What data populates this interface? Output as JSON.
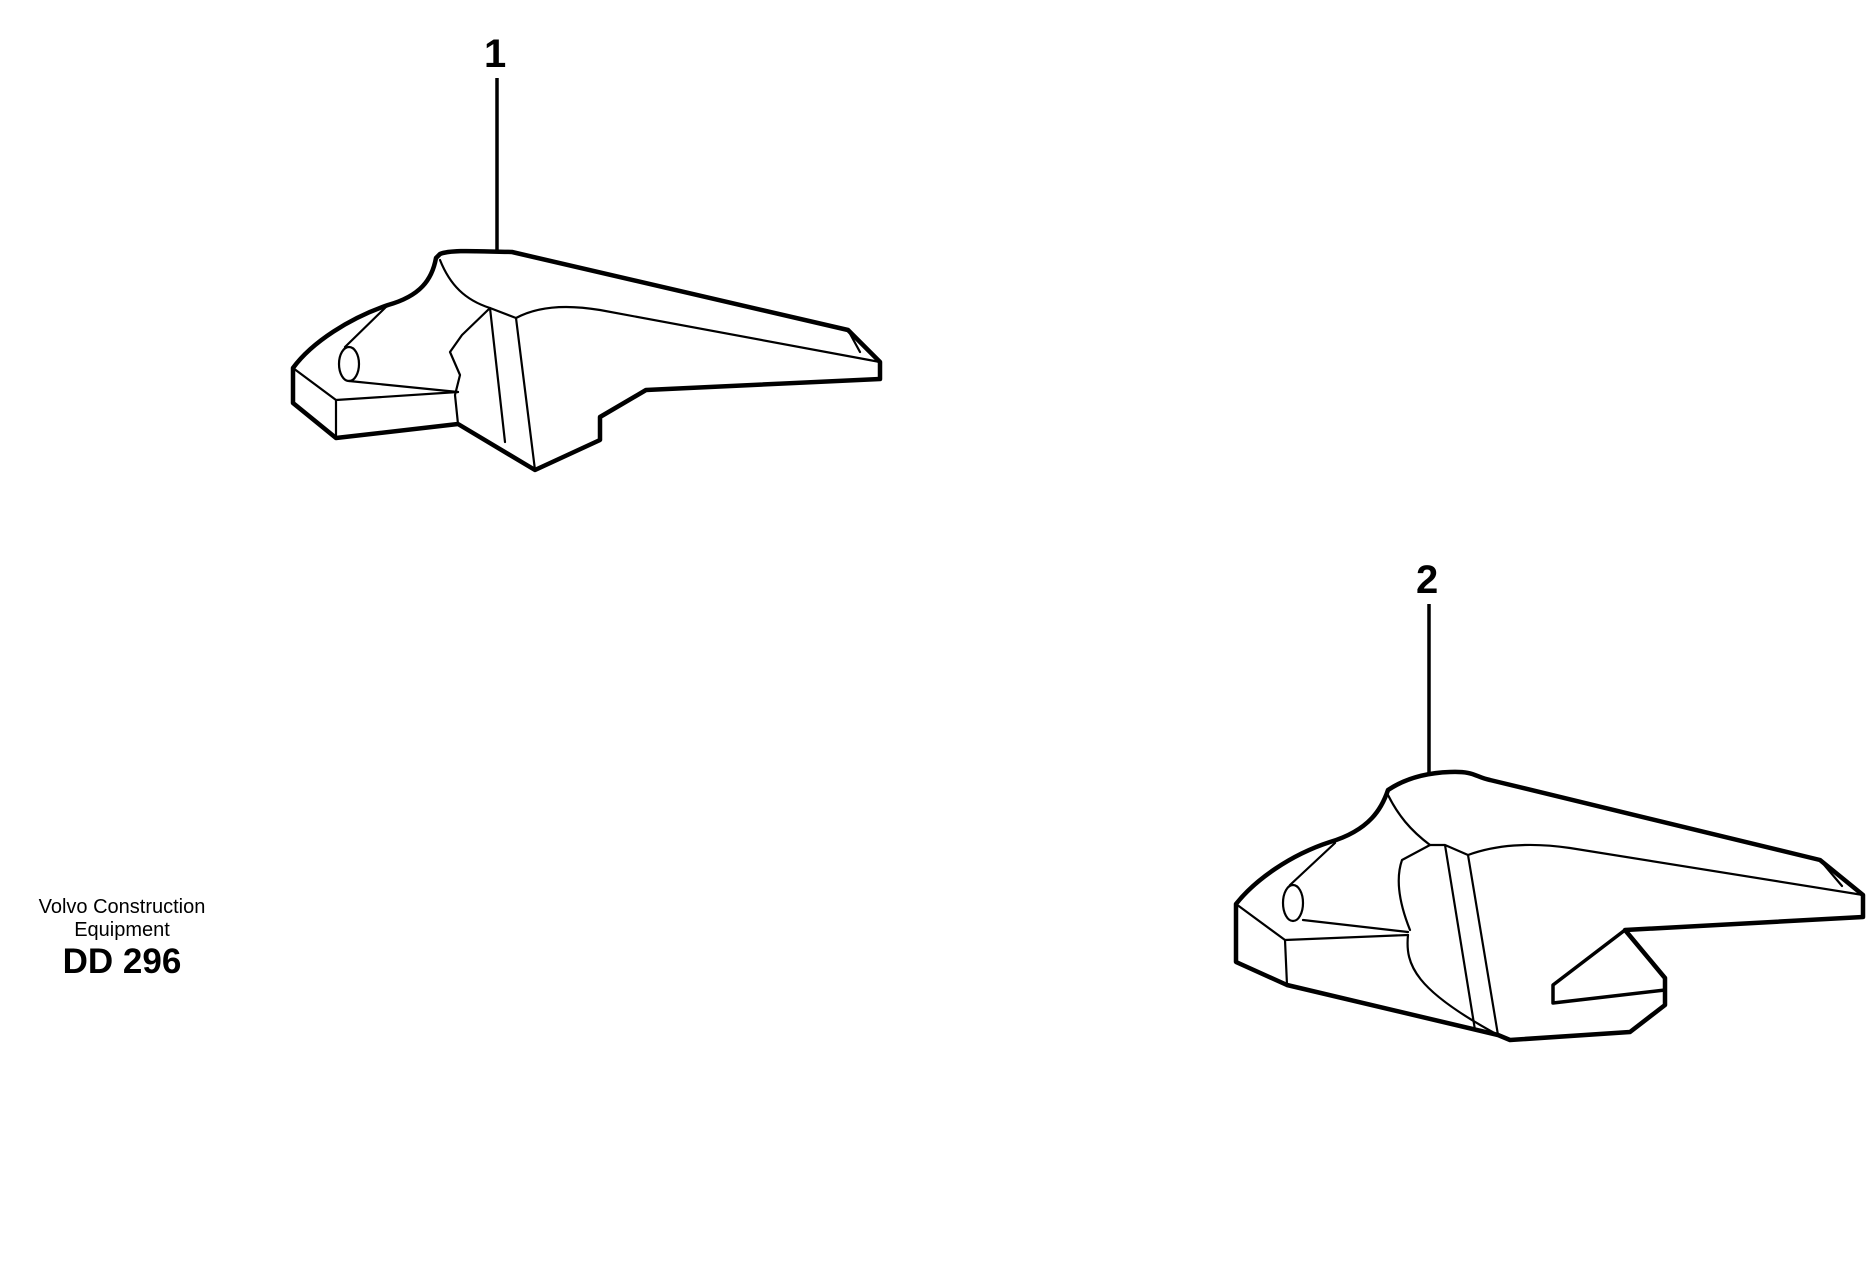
{
  "callouts": {
    "part_1": "1",
    "part_2": "2"
  },
  "brand": {
    "line1": "Volvo Construction",
    "line2": "Equipment",
    "code": "DD 296"
  },
  "colors": {
    "ink": "#000000",
    "paper": "#ffffff"
  }
}
